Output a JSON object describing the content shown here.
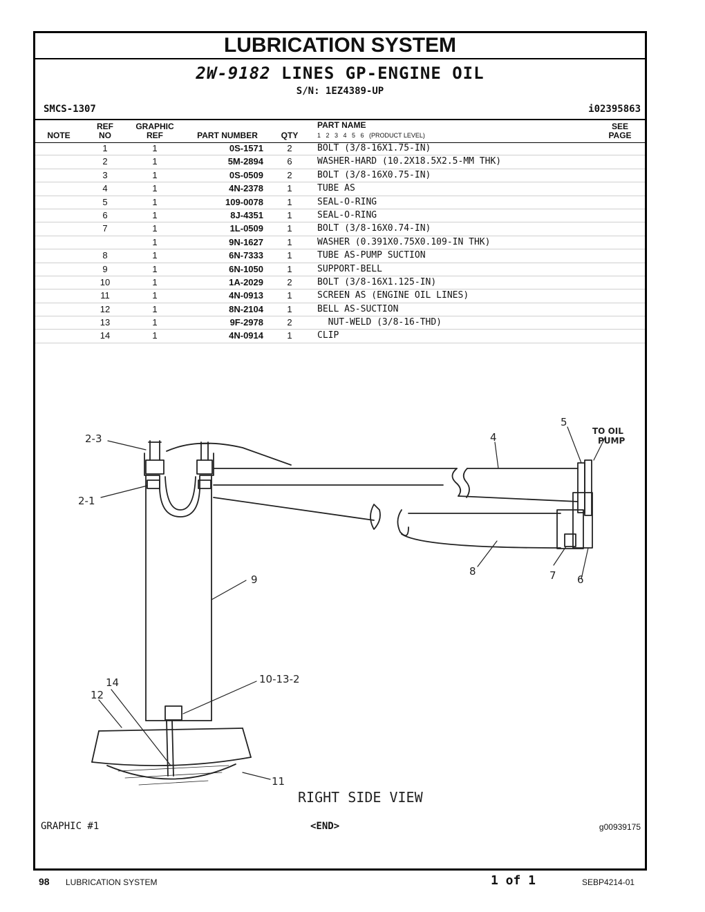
{
  "header": {
    "system_title": "LUBRICATION SYSTEM",
    "group_number": "2W-9182",
    "group_name": "LINES GP-ENGINE OIL",
    "serial": "S/N: 1EZ4389-UP",
    "smcs": "SMCS-1307",
    "info_id": "i02395863"
  },
  "columns": {
    "note": "NOTE",
    "ref_no": [
      "REF",
      "NO"
    ],
    "graphic_ref": [
      "GRAPHIC",
      "REF"
    ],
    "part_number": "PART NUMBER",
    "qty": "QTY",
    "part_name": "PART NAME",
    "product_level": "1   2   3   4   5   6   (PRODUCT LEVEL)",
    "see_page": [
      "SEE",
      "PAGE"
    ]
  },
  "parts": [
    {
      "ref": "1",
      "graphic": "1",
      "pn": "0S-1571",
      "qty": "2",
      "name": "BOLT (3/8-16X1.75-IN)"
    },
    {
      "ref": "2",
      "graphic": "1",
      "pn": "5M-2894",
      "qty": "6",
      "name": "WASHER-HARD (10.2X18.5X2.5-MM THK)"
    },
    {
      "ref": "3",
      "graphic": "1",
      "pn": "0S-0509",
      "qty": "2",
      "name": "BOLT (3/8-16X0.75-IN)"
    },
    {
      "ref": "4",
      "graphic": "1",
      "pn": "4N-2378",
      "qty": "1",
      "name": "TUBE AS"
    },
    {
      "ref": "5",
      "graphic": "1",
      "pn": "109-0078",
      "qty": "1",
      "name": "SEAL-O-RING"
    },
    {
      "ref": "6",
      "graphic": "1",
      "pn": "8J-4351",
      "qty": "1",
      "name": "SEAL-O-RING"
    },
    {
      "ref": "7",
      "graphic": "1",
      "pn": "1L-0509",
      "qty": "1",
      "name": "BOLT (3/8-16X0.74-IN)"
    },
    {
      "ref": "",
      "graphic": "1",
      "pn": "9N-1627",
      "qty": "1",
      "name": "WASHER (0.391X0.75X0.109-IN THK)"
    },
    {
      "ref": "8",
      "graphic": "1",
      "pn": "6N-7333",
      "qty": "1",
      "name": "TUBE AS-PUMP SUCTION"
    },
    {
      "ref": "9",
      "graphic": "1",
      "pn": "6N-1050",
      "qty": "1",
      "name": "SUPPORT-BELL"
    },
    {
      "ref": "10",
      "graphic": "1",
      "pn": "1A-2029",
      "qty": "2",
      "name": "BOLT (3/8-16X1.125-IN)"
    },
    {
      "ref": "11",
      "graphic": "1",
      "pn": "4N-0913",
      "qty": "1",
      "name": "SCREEN AS (ENGINE OIL LINES)"
    },
    {
      "ref": "12",
      "graphic": "1",
      "pn": "8N-2104",
      "qty": "1",
      "name": "BELL AS-SUCTION"
    },
    {
      "ref": "13",
      "graphic": "1",
      "pn": "9F-2978",
      "qty": "2",
      "name": "  NUT-WELD (3/8-16-THD)"
    },
    {
      "ref": "14",
      "graphic": "1",
      "pn": "4N-0914",
      "qty": "1",
      "name": "CLIP"
    }
  ],
  "illustration": {
    "callouts": [
      "2-3",
      "2-1",
      "4",
      "5",
      "TO OIL",
      "PUMP",
      "9",
      "8",
      "7",
      "6",
      "10-13-2",
      "14",
      "12",
      "11"
    ],
    "view_label": "RIGHT SIDE VIEW"
  },
  "graphic_footer": {
    "label": "GRAPHIC #1",
    "end": "<END>",
    "graphic_id": "g00939175"
  },
  "footer": {
    "page": "98",
    "section": "LUBRICATION SYSTEM",
    "page_of": "1 of 1",
    "doc_id": "SEBP4214-01"
  }
}
